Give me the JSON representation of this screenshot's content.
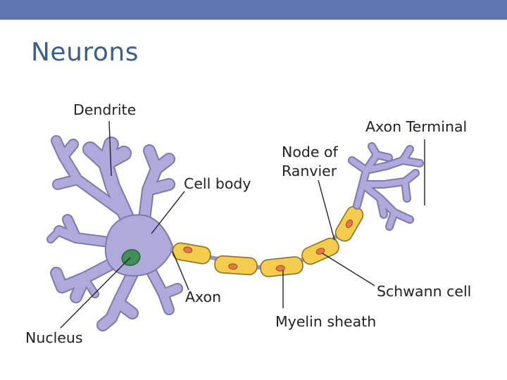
{
  "title": "Neurons",
  "colors": {
    "header_bar": "#5f75b4",
    "title": "#3c5f8a",
    "neuron": "#aeaadb",
    "neuron_outline": "#7f78ad",
    "nucleus": "#3f8f58",
    "schwann_cell": "#f4cd4f",
    "schwann_nucleus": "#e07a48"
  },
  "diagram": {
    "labels": {
      "dendrite": "Dendrite",
      "cell_body": "Cell body",
      "nucleus": "Nucleus",
      "axon": "Axon",
      "node_of_ranvier_line1": "Node of",
      "node_of_ranvier_line2": "Ranvier",
      "axon_terminal": "Axon Terminal",
      "schwann_cell": "Schwann cell",
      "myelin_sheath": "Myelin sheath"
    }
  }
}
